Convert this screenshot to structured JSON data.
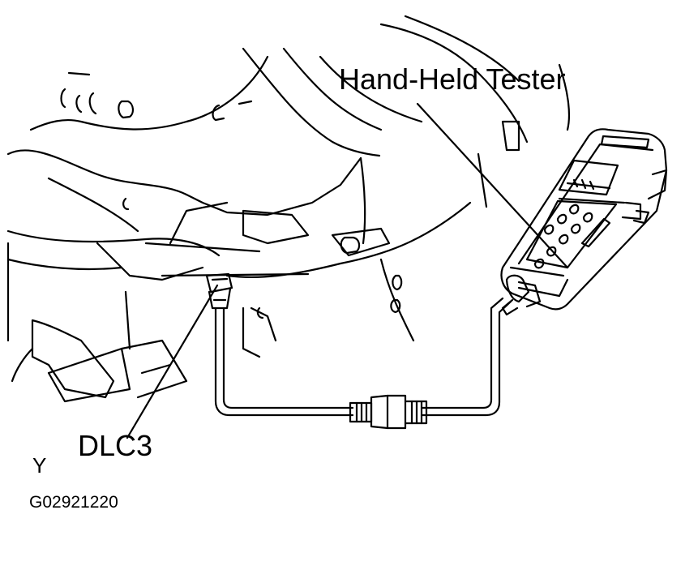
{
  "labels": {
    "tester": "Hand-Held  Tester",
    "connector": "DLC3",
    "view_marker": "Y",
    "figure_code": "G02921220"
  }
}
